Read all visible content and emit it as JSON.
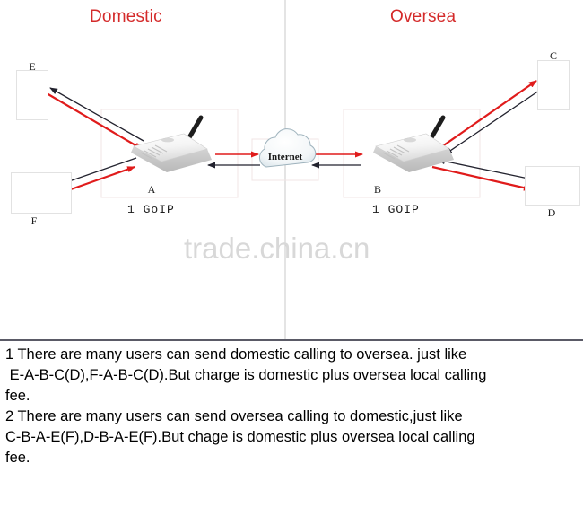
{
  "diagram": {
    "titles": {
      "left": "Domestic",
      "right": "Oversea"
    },
    "title_color": "#d42a2a",
    "cloud": {
      "label": "Internet"
    },
    "gateways": [
      {
        "id": "A",
        "node_label": "A",
        "caption": "1 GoIP",
        "side": "domestic",
        "icon": "goip-gateway-icon"
      },
      {
        "id": "B",
        "node_label": "B",
        "caption": "1 GOIP",
        "side": "oversea",
        "icon": "goip-gateway-icon"
      }
    ],
    "endpoints": [
      {
        "id": "E",
        "label": "E",
        "type": "mobile-phone",
        "side": "domestic",
        "position": "top-left"
      },
      {
        "id": "F",
        "label": "F",
        "type": "desk-phone",
        "side": "domestic",
        "position": "bottom-left"
      },
      {
        "id": "C",
        "label": "C",
        "type": "mobile-phone",
        "side": "oversea",
        "position": "top-right"
      },
      {
        "id": "D",
        "label": "D",
        "type": "desk-phone",
        "side": "oversea",
        "position": "bottom-right"
      }
    ],
    "link_colors": {
      "outgoing": "#e01b1b",
      "incoming": "#3a3a4a",
      "divider": "#c9c9c9"
    },
    "watermark": "trade.china.cn"
  },
  "notes": [
    "1 There are many users can send domestic calling to oversea. just like\n E-A-B-C(D),F-A-B-C(D).But charge is domestic plus oversea local calling\nfee.",
    "2 There are many users can send oversea calling to domestic,just like\nC-B-A-E(F),D-B-A-E(F).But chage is domestic plus oversea local calling\nfee."
  ]
}
